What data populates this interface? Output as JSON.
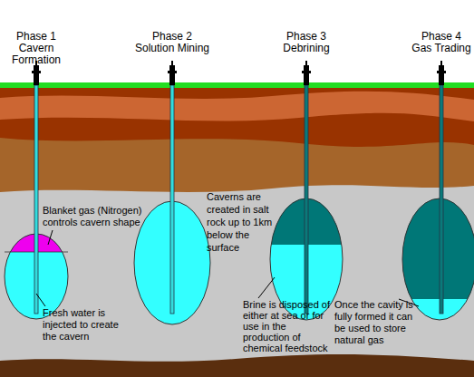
{
  "diagram": {
    "labels": [
      "Phase 1 Cavern Formation",
      "Phase 2 Solution Mining",
      "Phase 3 Debrining",
      "Phase 4 Gas Trading",
      "Blanket gas (Nitrogen) controls cavern shape",
      "Caverns are created in salt rock up to 1km below the surface",
      "Fresh water is injected to create the cavern",
      "Brine is disposed of either at sea or for use in the production of chemical feedstock",
      "Once the cavity is fully formed it can be used to store natural gas"
    ]
  }
}
